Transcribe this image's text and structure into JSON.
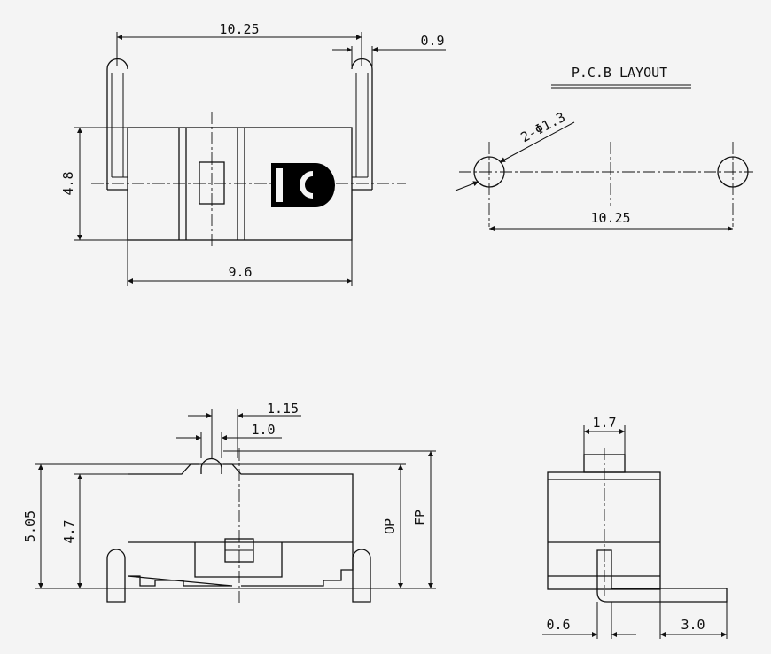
{
  "top_view": {
    "dim_width_total": "10.25",
    "dim_pin": "0.9",
    "dim_height": "4.8",
    "dim_body_width": "9.6",
    "logo_text": "IC"
  },
  "pcb_layout": {
    "title": "P.C.B  LAYOUT",
    "hole_spec": "2-Φ1.3",
    "hole_spacing": "10.25"
  },
  "front_view": {
    "dim_plunger_outer": "1.15",
    "dim_plunger_inner": "1.0",
    "dim_total_height": "5.05",
    "dim_body_height": "4.7",
    "label_op": "OP",
    "label_fp": "FP"
  },
  "side_view": {
    "dim_plunger": "1.7",
    "dim_pin_thickness": "0.6",
    "dim_pin_length": "3.0"
  },
  "colors": {
    "background": "#f4f4f4",
    "ink": "#111111"
  }
}
